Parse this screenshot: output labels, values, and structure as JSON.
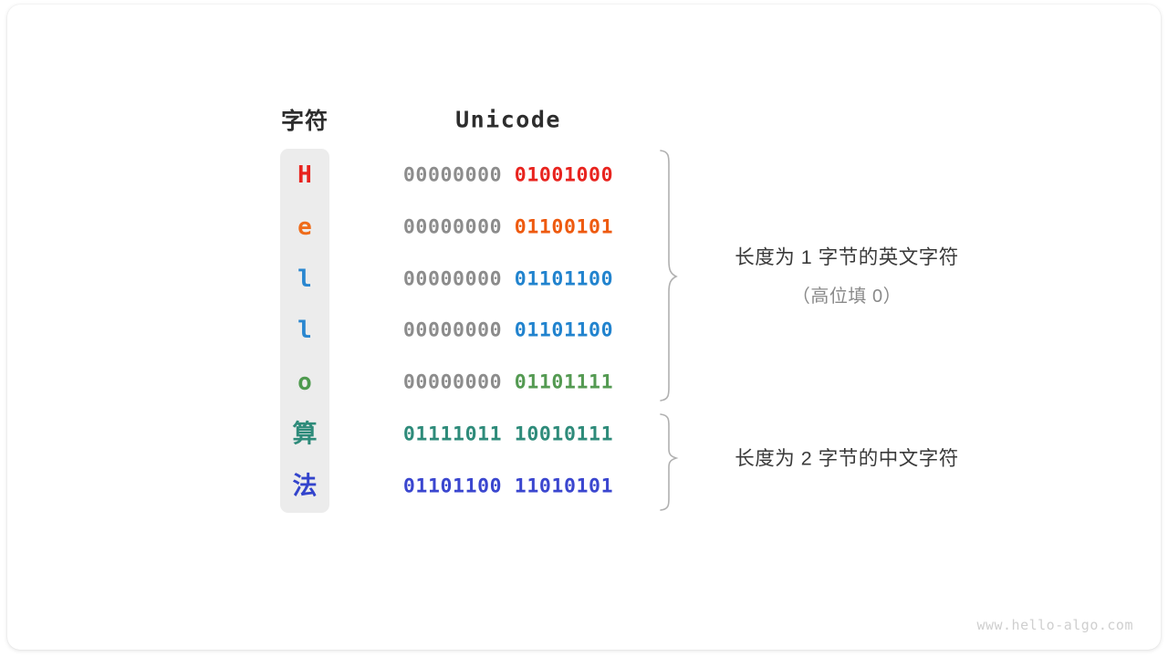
{
  "figure": {
    "headers": {
      "character_column": "字符",
      "unicode_column": "Unicode"
    },
    "rows": [
      {
        "char": "H",
        "char_color": "#e8231e",
        "script": "latin",
        "pad": "00000000 ",
        "bits": "01001000",
        "bits_color": "#e8231e"
      },
      {
        "char": "e",
        "char_color": "#ef6c1a",
        "script": "latin",
        "pad": "00000000 ",
        "bits": "01100101",
        "bits_color": "#ee5a0f"
      },
      {
        "char": "l",
        "char_color": "#2a87d0",
        "script": "latin",
        "pad": "00000000 ",
        "bits": "01101100",
        "bits_color": "#2183ce"
      },
      {
        "char": "l",
        "char_color": "#2a87d0",
        "script": "latin",
        "pad": "00000000 ",
        "bits": "01101100",
        "bits_color": "#2183ce"
      },
      {
        "char": "o",
        "char_color": "#4e9a4e",
        "script": "latin",
        "pad": "00000000 ",
        "bits": "01101111",
        "bits_color": "#549a52"
      },
      {
        "char": "算",
        "char_color": "#2e8b7a",
        "script": "cjk",
        "pad": "",
        "bits": "01111011 10010111",
        "bits_color": "#2e8b7a"
      },
      {
        "char": "法",
        "char_color": "#3344cc",
        "script": "cjk",
        "pad": "",
        "bits": "01101100 11010101",
        "bits_color": "#3a46cf"
      }
    ],
    "annotations": [
      {
        "line1": "长度为 1 字节的英文字符",
        "line2": "（高位填 0）",
        "covers_rows": "1-5"
      },
      {
        "line1": "长度为 2 字节的中文字符",
        "line2": "",
        "covers_rows": "6-7"
      }
    ],
    "brace_color": "#b0b0b0",
    "footer_url": "www.hello-algo.com"
  }
}
